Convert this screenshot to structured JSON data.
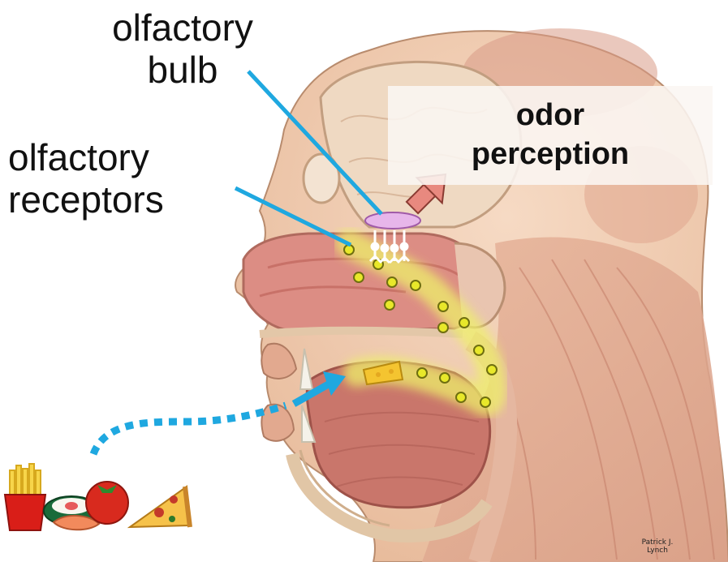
{
  "labels": {
    "olfactory_bulb": [
      "olfactory",
      "bulb"
    ],
    "olfactory_receptors": [
      "olfactory",
      "receptors"
    ],
    "odor_perception": [
      "odor",
      "perception"
    ]
  },
  "signature": [
    "Patrick J.",
    "Lynch"
  ],
  "colors": {
    "pointer_line": "#1fa8e0",
    "odor_particle": "#e8e82a",
    "odor_path_glow": "#eef06a",
    "arrow": "#e8897f",
    "bulb": "#e7b6ea",
    "skin": "#f0cdb0",
    "muscle": "#d98a78"
  },
  "icons": [
    "fries-icon",
    "sushi-icon",
    "tomato-icon",
    "pizza-slice-icon",
    "cheese-icon"
  ]
}
